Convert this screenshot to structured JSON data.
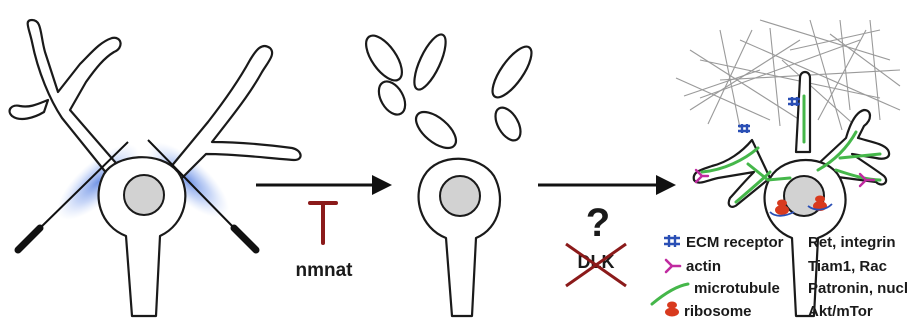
{
  "inhibitor_label": "nmnat",
  "question_mark": "?",
  "crossed_label": "DLK",
  "legend": [
    {
      "name": "ECM receptor",
      "icon": "ecm-receptor-icon",
      "color": "#2a4fb5"
    },
    {
      "name": "actin",
      "icon": "actin-icon",
      "color": "#c02aa0"
    },
    {
      "name": "microtubule",
      "icon": "microtubule-icon",
      "color": "#45b74a"
    },
    {
      "name": "ribosome",
      "icon": "ribosome-icon",
      "color": "#d83a1e"
    }
  ],
  "pathways": [
    "Ret, integrin",
    "Tiam1, Rac",
    "Patronin, nucl.",
    "Akt/mTor"
  ],
  "colors": {
    "outline": "#1a1a1a",
    "nucleus": "#d2d2d2",
    "laser_glow": "#6a8fe6",
    "inhibitor": "#8b1a1a",
    "cross": "#8b1a1a",
    "ecm_fibers": "#9a9a9a"
  }
}
